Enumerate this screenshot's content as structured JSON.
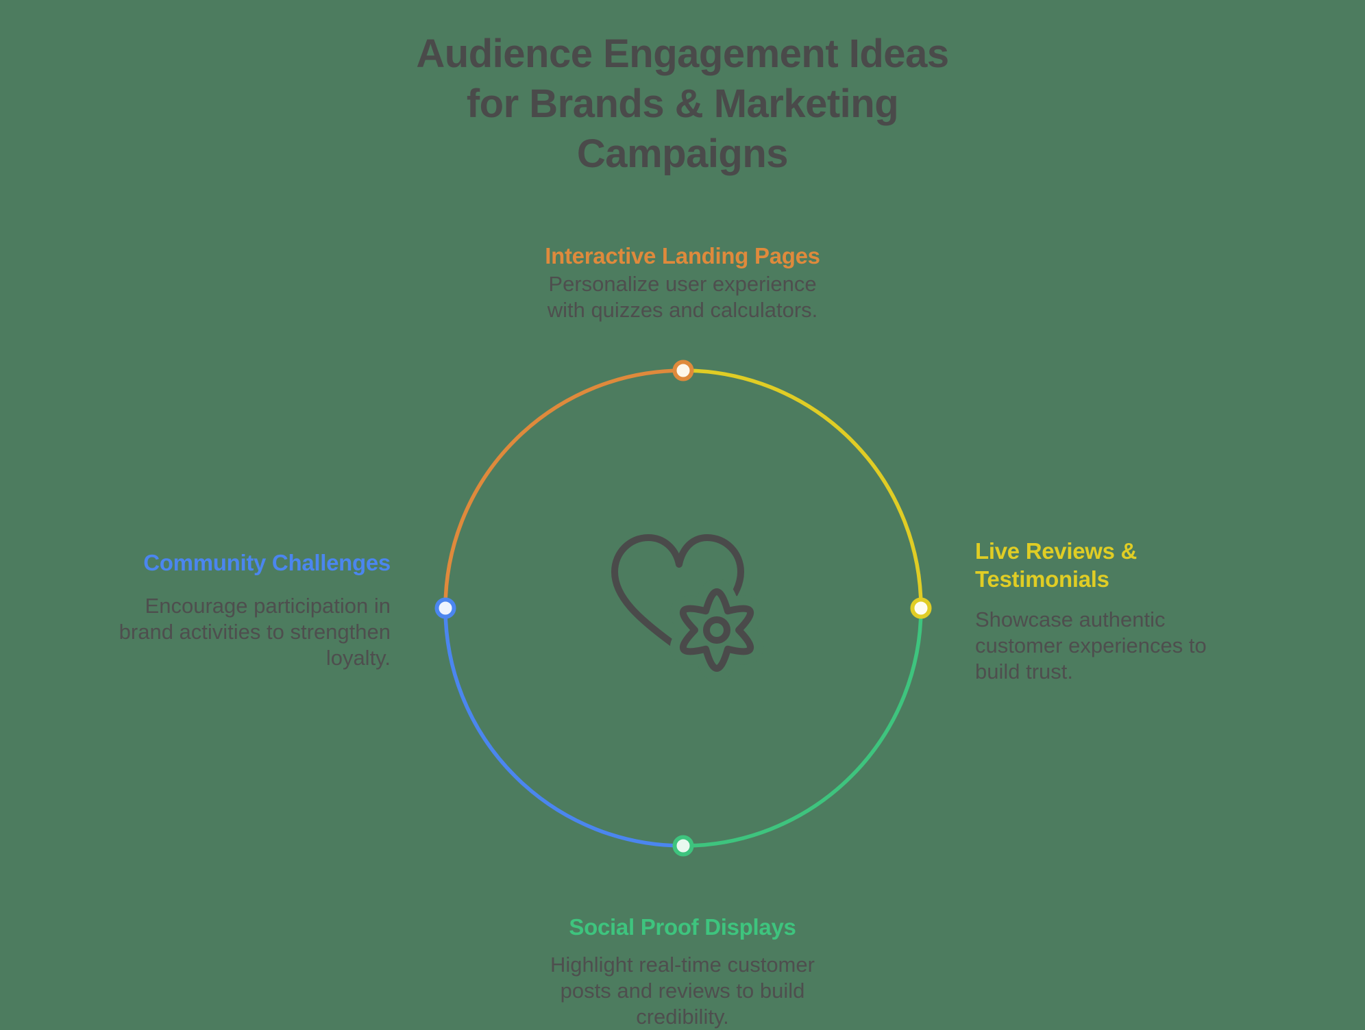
{
  "palette": {
    "background": "#4D7C5F",
    "title_text": "#4A4A4A",
    "body_text": "#4E4E4E",
    "icon_stroke": "#4A4A4A",
    "orange": "#DF8A3C",
    "yellow": "#E0CD25",
    "green": "#3EC47E",
    "blue": "#4B86EF",
    "node_fill_top": "#FDF7EB",
    "node_fill_right": "#FEFDF0",
    "node_fill_bottom": "#E9F8EF",
    "node_fill_left": "#EDF4FE"
  },
  "title": {
    "lines": [
      "Audience Engagement Ideas",
      "for Brands & Marketing",
      "Campaigns"
    ]
  },
  "center_icon": {
    "name": "heart-with-gear"
  },
  "sections": {
    "top": {
      "heading": "Interactive Landing Pages",
      "color": "#DF8A3C",
      "desc_lines": [
        "Personalize user experience",
        "with quizzes and calculators."
      ]
    },
    "right": {
      "heading_lines": [
        "Live Reviews &",
        "Testimonials"
      ],
      "color": "#E0CD25",
      "desc_lines": [
        "Showcase authentic",
        "customer experiences to",
        "build trust."
      ]
    },
    "bottom": {
      "heading": "Social Proof Displays",
      "color": "#3EC47E",
      "desc_lines": [
        "Highlight real-time customer",
        "posts and reviews to build",
        "credibility."
      ]
    },
    "left": {
      "heading": "Community Challenges",
      "color": "#4B86EF",
      "desc_lines": [
        "Encourage participation in",
        "brand activities to strengthen",
        "loyalty."
      ]
    }
  }
}
